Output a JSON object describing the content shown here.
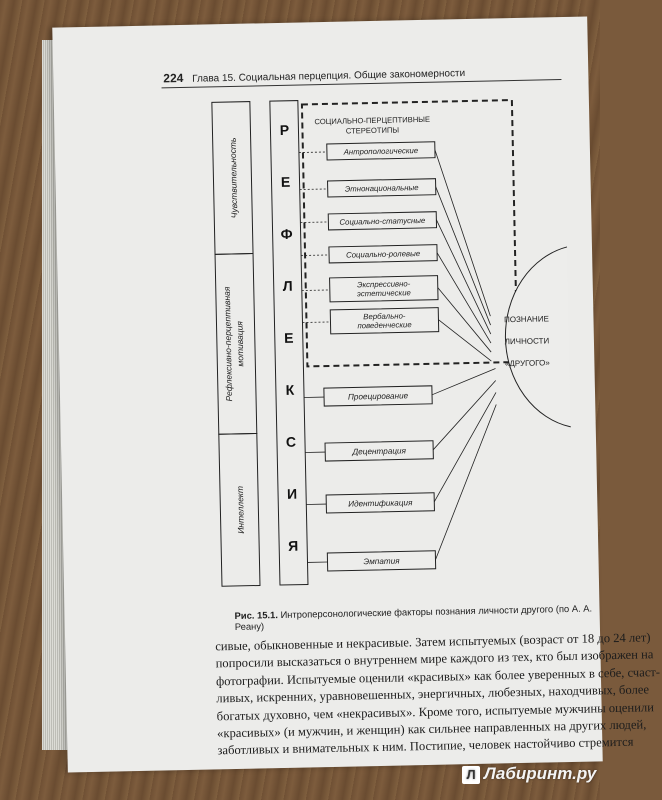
{
  "page": {
    "number": "224",
    "running_head": "Глава 15. Социальная перцепция. Общие закономерности"
  },
  "figure": {
    "left_bars": [
      "Чувствительность",
      "Рефлексивно-перцептивная мотивация",
      "Интеллект"
    ],
    "reflexion_letters": [
      "Р",
      "Е",
      "Ф",
      "Л",
      "Е",
      "К",
      "С",
      "И",
      "Я"
    ],
    "stereotypes_title_line1": "СОЦИАЛЬНО-ПЕРЦЕПТИВНЫЕ",
    "stereotypes_title_line2": "СТЕРЕОТИПЫ",
    "stereotype_boxes": [
      [
        "Антропологические"
      ],
      [
        "Этнонациональные"
      ],
      [
        "Социально-статусные"
      ],
      [
        "Социально-ролевые"
      ],
      [
        "Экспрессивно-",
        "эстетические"
      ],
      [
        "Вербально-",
        "поведенческие"
      ]
    ],
    "process_boxes": [
      "Проецирование",
      "Децентрация",
      "Идентификация",
      "Эмпатия"
    ],
    "target_line1": "ПОЗНАНИЕ",
    "target_line2": "ЛИЧНОСТИ",
    "target_line3": "«ДРУГОГО»",
    "caption_prefix": "Рис. 15.1.",
    "caption_text": " Интроперсонологические факторы познания личности другого (по А. А. Реану)"
  },
  "body_lines": [
    "сивые, обыкновенные и некрасивые. Затем испытуемых (возраст от 18 до 24 лет)",
    "попросили высказаться о внутреннем мире каждого из тех, кто был изображен на",
    "фотографии. Испытуемые оценили «красивых» как более уверенных в себе, счаст-",
    "ливых, искренних, уравновешенных, энергичных, любезных, находчивых, более",
    "богатых духовно, чем «некрасивых». Кроме того, испытуемые мужчины оценили",
    "«красивых» (и мужчин, и женщин) как сильнее направленных на других людей,",
    "заботливых и внимательных к ним. Постипие, человек настойчиво стремится"
  ],
  "watermark": "Лабиринт.ру"
}
